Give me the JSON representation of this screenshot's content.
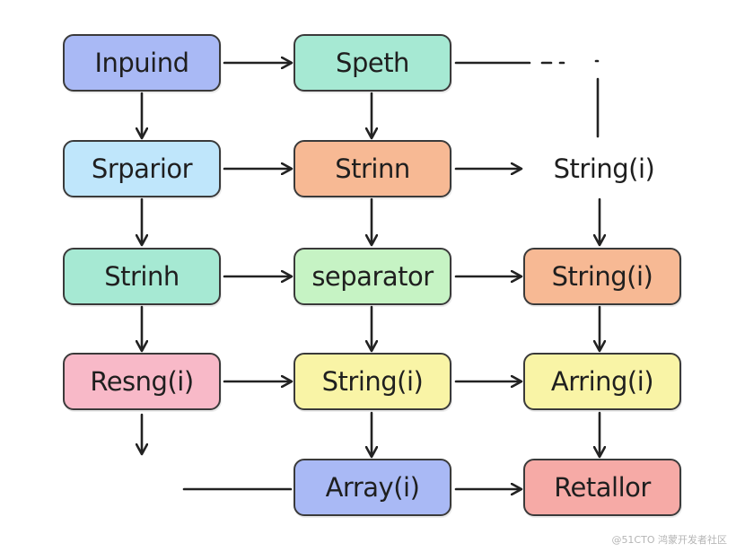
{
  "nodes": {
    "inpuind": "Inpuind",
    "speth": "Speth",
    "srparior": "Srparior",
    "strinn": "Strinn",
    "string_plain": "String(i)",
    "strinh": "Strinh",
    "separator": "separator",
    "string_orange": "String(i)",
    "resng": "Resng(i)",
    "string_yellow": "String(i)",
    "arring": "Arring(i)",
    "array": "Array(i)",
    "retallor": "Retallor"
  },
  "colors": {
    "blue": "#a9b9f5",
    "mint": "#a6e9d3",
    "sky": "#bfe6fb",
    "orange": "#f7b994",
    "green": "#c6f3c4",
    "yellow": "#f9f4a6",
    "pink": "#f8b9c8",
    "red": "#f6aaa6",
    "stroke": "#222222"
  },
  "watermark": "@51CTO 鸿蒙开发者社区"
}
